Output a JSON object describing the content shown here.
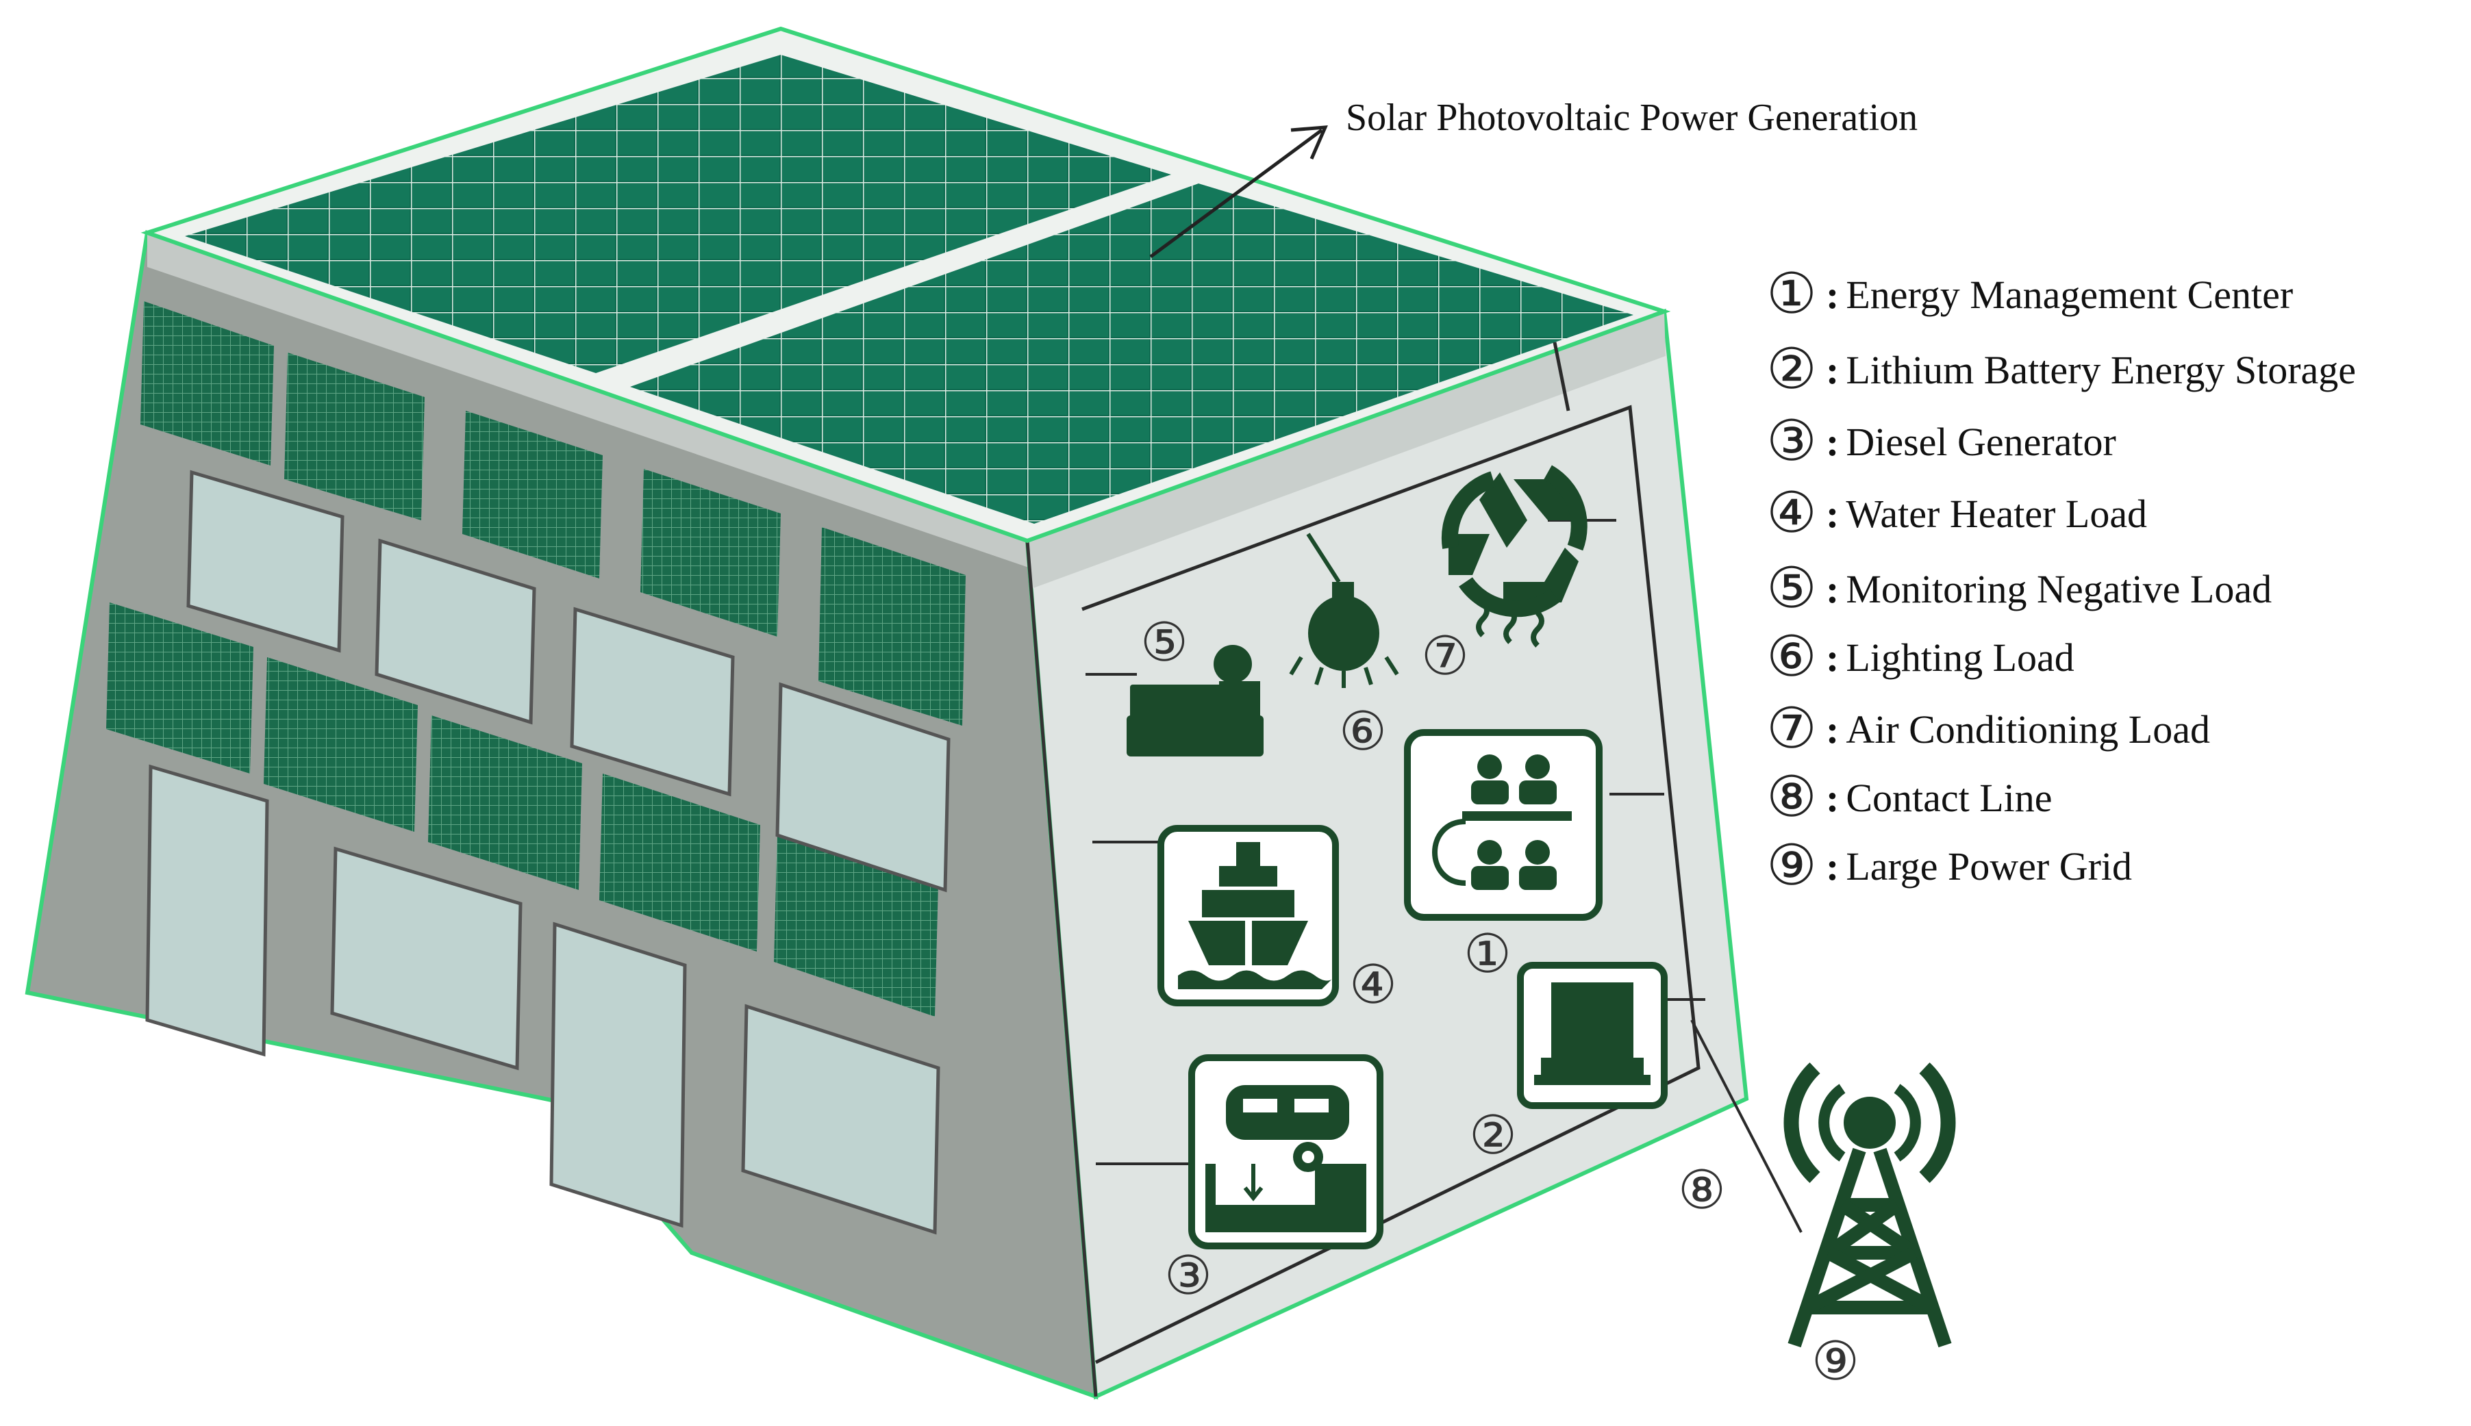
{
  "callout": {
    "label": "Solar Photovoltaic Power Generation"
  },
  "markers": [
    "①",
    "②",
    "③",
    "④",
    "⑤",
    "⑥",
    "⑦",
    "⑧",
    "⑨"
  ],
  "legend": {
    "items": [
      {
        "num": "①",
        "text": "Energy Management Center"
      },
      {
        "num": "②",
        "text": "Lithium Battery Energy Storage"
      },
      {
        "num": "③",
        "text": "Diesel Generator"
      },
      {
        "num": "④",
        "text": "Water Heater Load"
      },
      {
        "num": "⑤",
        "text": "Monitoring Negative Load"
      },
      {
        "num": "⑥",
        "text": "Lighting Load"
      },
      {
        "num": "⑦",
        "text": "Air Conditioning Load"
      },
      {
        "num": "⑧",
        "text": "Contact Line"
      },
      {
        "num": "⑨",
        "text": "Large Power Grid"
      }
    ]
  },
  "colors": {
    "panel": "#0d6b4e",
    "panel_dark": "#0a4f3a",
    "icon": "#1b4a2a",
    "wall_left": "#9aa09b",
    "wall_right": "#dfe4e2",
    "window": "#bfd3d0",
    "outline": "#3ad47a"
  }
}
